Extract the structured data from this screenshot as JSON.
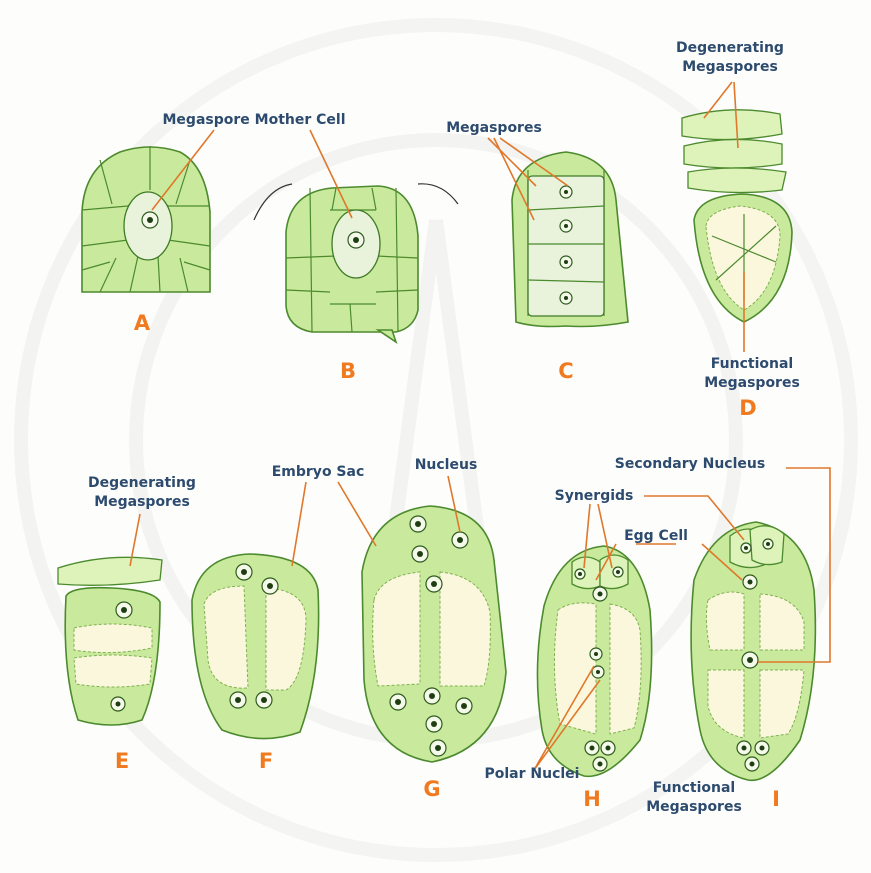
{
  "labels": {
    "megaspore_mother_cell": "Megaspore Mother Cell",
    "megaspores": "Megaspores",
    "degenerating_megaspores_d_line1": "Degenerating",
    "degenerating_megaspores_d_line2": "Megaspores",
    "functional_megaspores_d_line1": "Functional",
    "functional_megaspores_d_line2": "Megaspores",
    "degenerating_megaspores_e_line1": "Degenerating",
    "degenerating_megaspores_e_line2": "Megaspores",
    "embryo_sac": "Embryo Sac",
    "nucleus": "Nucleus",
    "synergids": "Synergids",
    "egg_cell": "Egg Cell",
    "secondary_nucleus": "Secondary Nucleus",
    "polar_nuclei": "Polar Nuclei",
    "functional_megaspores_i_line1": "Functional",
    "functional_megaspores_i_line2": "Megaspores"
  },
  "stages": [
    "A",
    "B",
    "C",
    "D",
    "E",
    "F",
    "G",
    "H",
    "I"
  ],
  "colors": {
    "cell_fill": "#c9ea9c",
    "cell_stroke": "#4c8a2e",
    "label_text": "#2d4b6e",
    "stage_letter": "#f07a1f",
    "leader_line": "#e0782c"
  }
}
